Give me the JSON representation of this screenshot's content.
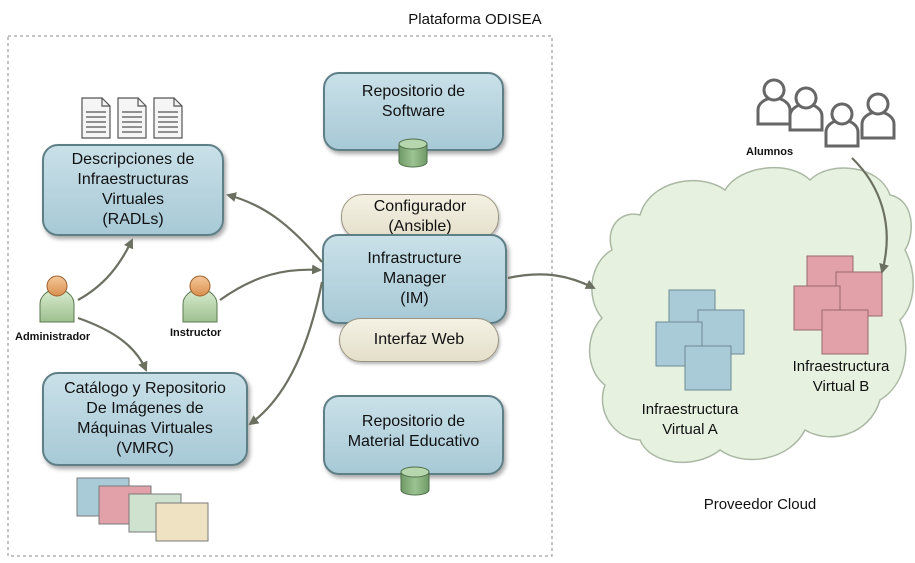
{
  "platform_title": "Plataforma ODISEA",
  "nodes": {
    "descripciones": "Descripciones de\nInfraestructuras\nVirtuales\n(RADLs)",
    "catalogo": "Catálogo y Repositorio\nDe Imágenes de\nMáquinas Virtuales\n(VMRC)",
    "repo_software": "Repositorio de\nSoftware",
    "configurador": "Configurador\n(Ansible)",
    "im": "Infrastructure\nManager\n(IM)",
    "interfaz_web": "Interfaz Web",
    "repo_material": "Repositorio de\nMaterial Educativo"
  },
  "actors": {
    "administrador": "Administrador",
    "instructor": "Instructor",
    "alumnos": "Alumnos"
  },
  "cloud": {
    "infra_a": "Infraestructura\nVirtual A",
    "infra_b": "Infraestructura\nVirtual B",
    "provider": "Proveedor Cloud"
  },
  "colors": {
    "box_fill": "#b5d3df",
    "box_border": "#5f7f87",
    "pill_fill": "#ebe7d6",
    "cloud_fill": "#e6f2df",
    "arrow": "#6b7060",
    "vm_blue": "#a9cbd8",
    "vm_red": "#e2a0a8",
    "vm_green": "#cfe2cf",
    "vm_tan": "#eee2c2"
  }
}
